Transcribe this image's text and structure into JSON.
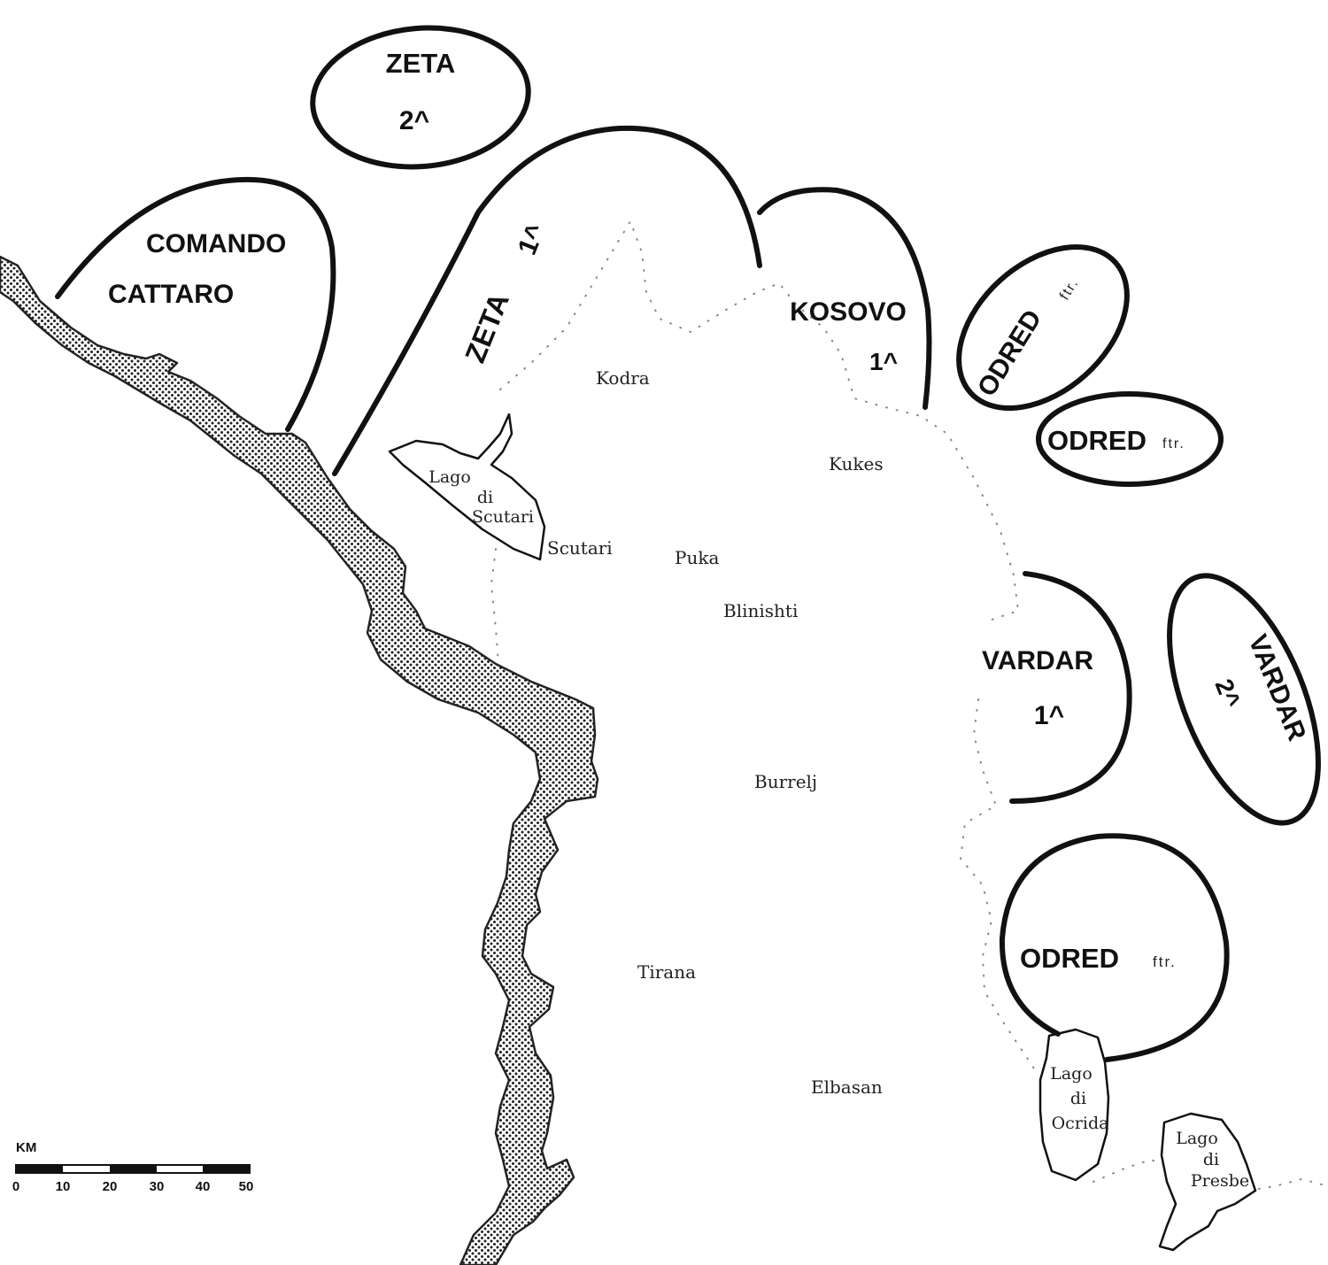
{
  "units": {
    "comando_cattaro": {
      "line1": "COMANDO",
      "line2": "CATTARO"
    },
    "zeta_2": {
      "name": "ZETA",
      "num": "2^"
    },
    "zeta_1": {
      "name": "ZETA",
      "num": "1^"
    },
    "kosovo_1": {
      "name": "KOSOVO",
      "num": "1^"
    },
    "odred_1": {
      "name": "ODRED",
      "suffix": "ftr."
    },
    "odred_2": {
      "name": "ODRED",
      "suffix": "ftr."
    },
    "vardar_1": {
      "name": "VARDAR",
      "num": "1^"
    },
    "vardar_2": {
      "name": "VARDAR",
      "num": "2^"
    },
    "odred_3": {
      "name": "ODRED",
      "suffix": "ftr."
    }
  },
  "places": {
    "kodra": "Kodra",
    "kukes": "Kukes",
    "scutari": "Scutari",
    "puka": "Puka",
    "blinishti": "Blinishti",
    "burrelj": "Burrelj",
    "tirana": "Tirana",
    "elbasan": "Elbasan"
  },
  "lakes": {
    "scutari": [
      "Lago",
      "di",
      "Scutari"
    ],
    "ocrida": [
      "Lago",
      "di",
      "Ocrida"
    ],
    "presbe": [
      "Lago",
      "di",
      "Presbe"
    ]
  },
  "scale": {
    "unit": "KM",
    "ticks": [
      "0",
      "10",
      "20",
      "30",
      "40",
      "50"
    ]
  }
}
